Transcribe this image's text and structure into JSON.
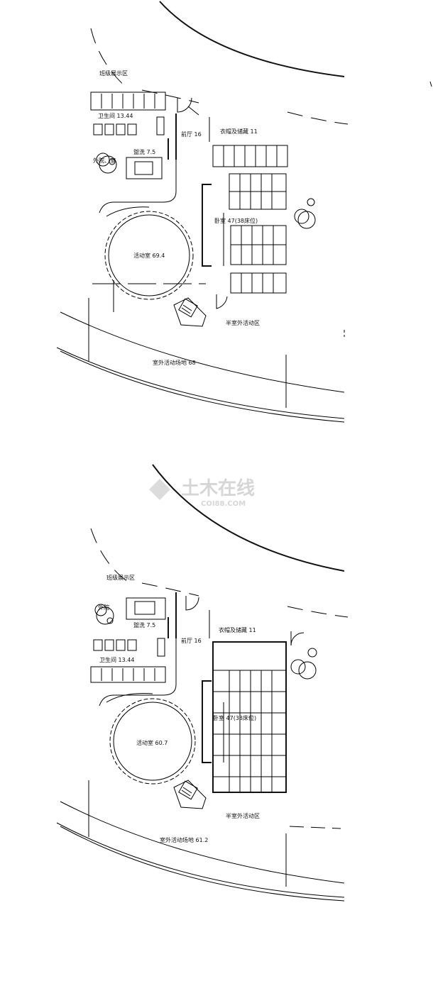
{
  "plan1": {
    "labels": {
      "class_display": "班级展示区",
      "toilet": "卫生间 13.44",
      "wash": "盥洗 7.5",
      "outer_room": "外院、室",
      "foyer": "前厅 16",
      "coat_storage": "衣帽及储藏 11",
      "bedroom": "卧室 47(38床位)",
      "activity_room": "活动室 69.4",
      "semi_outdoor": "半室外活动区",
      "outdoor_field": "室外活动场地 68"
    }
  },
  "plan2": {
    "labels": {
      "class_display": "班级展示区",
      "outer_yard": "外院",
      "wash": "盥洗 7.5",
      "foyer": "前厅 16",
      "coat_storage": "衣帽及储藏 11",
      "toilet": "卫生间 13.44",
      "bedroom": "卧室 47(38床位)",
      "activity_room": "活动室 60.7",
      "semi_outdoor": "半室外活动区",
      "outdoor_field": "室外活动场地 61.2"
    }
  },
  "watermark": {
    "text": "土木在线",
    "subtext": "COI88.COM"
  },
  "colors": {
    "line": "#000000",
    "watermark": "#d6d6d6",
    "background": "#ffffff"
  }
}
